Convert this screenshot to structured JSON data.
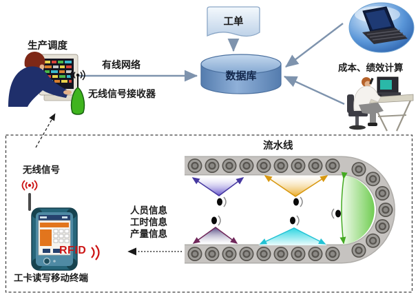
{
  "diagram": {
    "top": {
      "production_scheduling": "生产调度",
      "wired_network": "有线网络",
      "wireless_receiver": "无线信号接收器",
      "work_order": "工单",
      "database": "数据库",
      "cost_performance": "成本、绩效计算"
    },
    "workshop": {
      "assembly_line": "流水线",
      "wireless_signal": "无线信号",
      "rfid_label": "RFID",
      "terminal_label": "工卡读写移动终端",
      "info_lines": [
        "人员信息",
        "工时信息",
        "产量信息"
      ]
    },
    "icons": {
      "dispatcher": "person-at-crt-computer",
      "receiver": "green-antenna-with-signal-waves",
      "work_order": "document-shape",
      "database": "blue-cylinder",
      "laptop": "laptop-in-blue-orb",
      "accountant": "person-at-desk-with-computer",
      "conveyor": "u-shaped-roller-conveyor",
      "workers": "worker-heads-with-view-cones",
      "terminal": "handheld-rfid-reader",
      "signal": "red-radio-waves"
    },
    "colors": {
      "antenna_green": "#3fb41e",
      "database_blue": "#6e96c4",
      "belt_gray": "#c6c3c0",
      "rfid_red": "#cc1414",
      "arrow_blue": "#7e93ad",
      "cone_violet": "#5948c8",
      "cone_gold": "#e8a418",
      "cone_cyan": "#2ad4e0",
      "cone_mauve": "#453a78",
      "cone_green": "#58c434"
    }
  }
}
